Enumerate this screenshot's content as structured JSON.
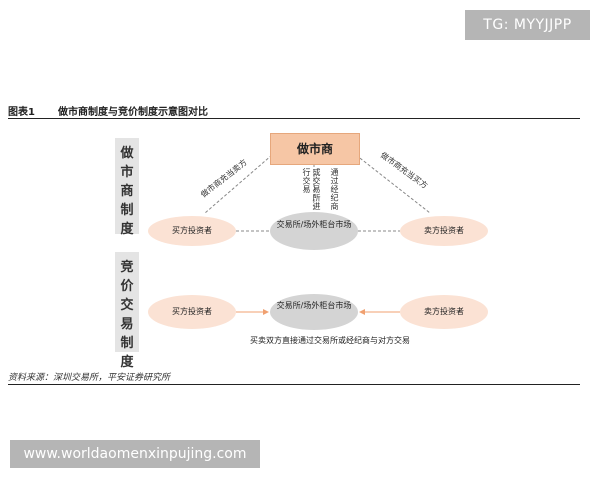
{
  "watermark": {
    "tg": "TG: MYYJJPP",
    "url": "www.worldaomenxinpujing.com"
  },
  "figure": {
    "label": "图表1",
    "title": "做市商制度与竞价制度示意图对比",
    "source": "资料来源：深圳交易所，平安证券研究所"
  },
  "market_maker_system": {
    "section_label": "做市商制度",
    "market_maker": "做市商",
    "buyer": "买方投资者",
    "seller": "卖方投资者",
    "exchange": "交易所/场外柜台市场",
    "left_edge_label": "做市商充当卖方",
    "right_edge_label": "做市商充当买方",
    "center_label_col1": "行交易",
    "center_label_col2": "或交易所进",
    "center_label_col3": "通过经纪商",
    "center_label_col4": ""
  },
  "auction_system": {
    "section_label": "竞价交易制度",
    "buyer": "买方投资者",
    "seller": "卖方投资者",
    "exchange": "交易所/场外柜台市场",
    "caption": "买卖双方直接通过交易所或经纪商与对方交易"
  },
  "colors": {
    "market_maker_fill": "#f6c6a5",
    "investor_fill": "#fbe2d4",
    "exchange_fill": "#d4d4d4",
    "arrow_color": "#f0a070",
    "dashed_color": "#888888"
  }
}
